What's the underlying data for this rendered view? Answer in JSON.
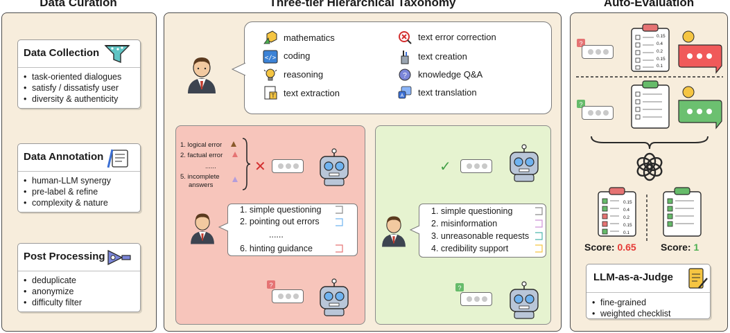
{
  "titles": {
    "curation": "Data Curation",
    "taxonomy": "Three-tier Hierarchical Taxonomy",
    "evaluation": "Auto-Evaluation"
  },
  "curation": {
    "collection": {
      "title": "Data Collection",
      "icon": "funnel-icon",
      "items": [
        "task-oriented dialogues",
        "satisfy / dissatisfy user",
        "diversity & authenticity"
      ]
    },
    "annotation": {
      "title": "Data Annotation",
      "icon": "scroll-pen-icon",
      "items": [
        "human-LLM synergy",
        "pre-label & refine",
        "complexity & nature"
      ]
    },
    "processing": {
      "title": "Post Processing",
      "icon": "filter-processor-icon",
      "items": [
        "deduplicate",
        "anonymize",
        "difficulty filter"
      ]
    }
  },
  "taxonomy": {
    "tasks_left": [
      "mathematics",
      "coding",
      "reasoning",
      "text extraction"
    ],
    "tasks_right": [
      "text error correction",
      "text creation",
      "knowledge Q&A",
      "text translation"
    ],
    "task_icons_left": [
      "cube-ruler-icon",
      "code-icon",
      "lightbulb-icon",
      "document-t-icon"
    ],
    "task_icons_right": [
      "x-circle-icon",
      "pen-cup-icon",
      "question-bubble-icon",
      "translate-icon"
    ],
    "error_list": [
      "1. logical error",
      "2. factual error",
      "......",
      "5. incomplete",
      "answers"
    ],
    "dissatisfy_list": [
      "1. simple questioning",
      "2. pointing out errors",
      "......",
      "6. hinting guidance"
    ],
    "satisfy_list": [
      "1. simple questioning",
      "2. misinformation",
      "3. unreasonable requests",
      "4. credibility support"
    ],
    "marks": {
      "red_x": "✕",
      "green_check": "✓",
      "question": "?"
    },
    "colors": {
      "red_panel": "#f7c5bb",
      "green_panel": "#e6f3d0"
    }
  },
  "evaluation": {
    "checklist_values": [
      "0.15",
      "0.4",
      "0.2",
      "0.15",
      "0.1"
    ],
    "score_label_1": "Score: ",
    "score_value_1": "0.65",
    "score_label_2": "Score: ",
    "score_value_2": "1",
    "score_colors": {
      "fail": "#e53935",
      "pass": "#4caf50"
    },
    "judge": {
      "title": "LLM-as-a-Judge",
      "icon": "document-pen-icon",
      "items": [
        "fine-grained",
        "weighted checklist"
      ]
    }
  }
}
